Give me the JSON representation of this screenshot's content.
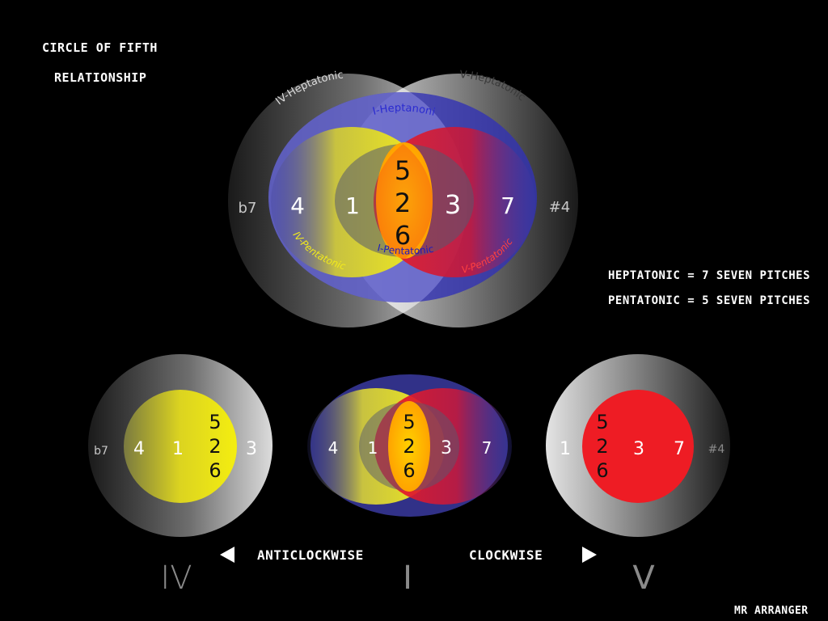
{
  "title": {
    "line1": "CIRCLE OF FIFTH",
    "line2": "RELATIONSHIP"
  },
  "legend": {
    "heptatonic": "HEPTATONIC = 7 SEVEN PITCHES",
    "pentatonic": "PENTATONIC = 5 SEVEN PITCHES"
  },
  "main_diagram": {
    "iv_heptatonic": "IV-Heptatonic",
    "v_heptatonic": "V-Heptatonic",
    "i_heptatonic": "I-Heptanonic",
    "iv_pentatonic": "IV-Pentatonic",
    "v_pentatonic": "V-Pentatonic",
    "i_pentatonic": "I-Pentatonic",
    "notes": {
      "b7": "b7",
      "n4": "4",
      "n1": "1",
      "n5": "5",
      "n2": "2",
      "n6": "6",
      "n3": "3",
      "n7": "7",
      "s4": "#4"
    }
  },
  "iv_diagram": {
    "notes": {
      "b7": "b7",
      "n4": "4",
      "n1": "1",
      "n5": "5",
      "n2": "2",
      "n6": "6",
      "n3": "3"
    },
    "numeral": "IV"
  },
  "i_diagram": {
    "notes": {
      "n4": "4",
      "n1": "1",
      "n5": "5",
      "n2": "2",
      "n6": "6",
      "n3": "3",
      "n7": "7"
    },
    "numeral": "I"
  },
  "v_diagram": {
    "notes": {
      "n1": "1",
      "n5": "5",
      "n2": "2",
      "n6": "6",
      "n3": "3",
      "n7": "7",
      "s4": "#4"
    },
    "numeral": "V"
  },
  "nav": {
    "anticlockwise": "ANTICLOCKWISE",
    "clockwise": "CLOCKWISE"
  },
  "credit": "MR ARRANGER",
  "colors": {
    "yellow": "#f2ea1c",
    "red": "#ee1c24",
    "blue": "#3a3aa8",
    "orange": "#ffa500",
    "magenta": "#c4005a"
  }
}
